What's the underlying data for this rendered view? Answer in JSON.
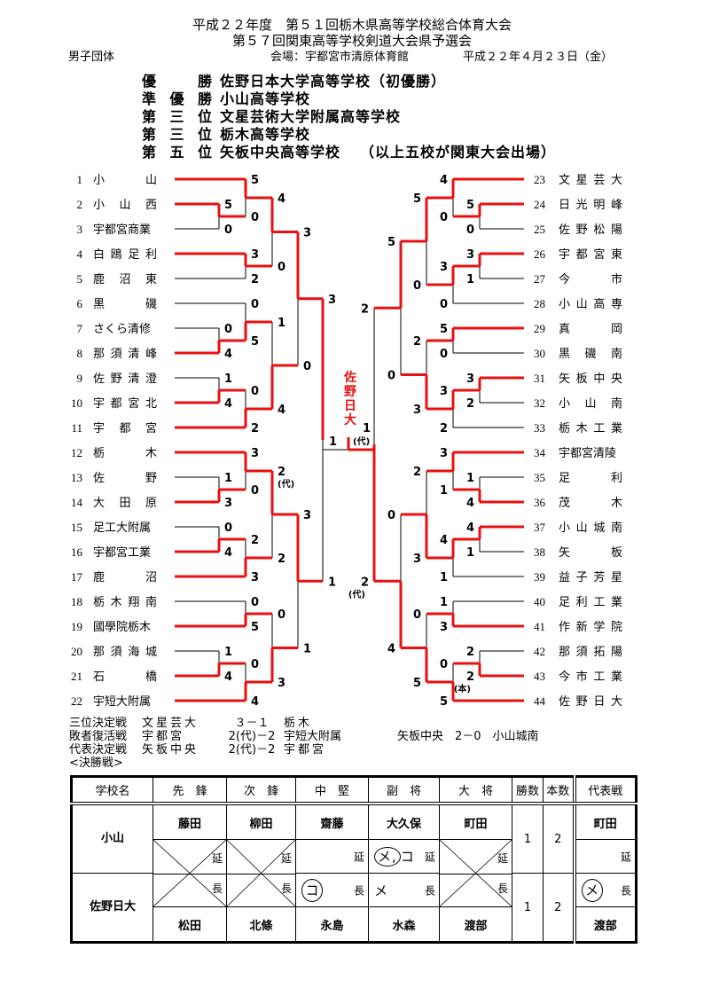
{
  "header": {
    "line1": "平成２２年度　第５１回栃木県高等学校総合体育大会",
    "line2": "第５７回関東高等学校剣道大会県予選会",
    "category": "男子団体",
    "venue": "会場：宇都宮市清原体育館",
    "date": "平成２２年４月２３日（金）"
  },
  "results": [
    {
      "rank": "優勝",
      "school": "佐野日本大学高等学校（初優勝）"
    },
    {
      "rank": "準優勝",
      "school": "小山高等学校"
    },
    {
      "rank": "第三位",
      "school": "文星芸術大学附属高等学校"
    },
    {
      "rank": "第三位",
      "school": "栃木高等学校"
    },
    {
      "rank": "第五位",
      "school": "矢板中央高等学校"
    }
  ],
  "results_note": "（以上五校が関東大会出場）",
  "teams": [
    {
      "no": "1",
      "name": "小山"
    },
    {
      "no": "2",
      "name": "小山西"
    },
    {
      "no": "3",
      "name": "宇都宮商業"
    },
    {
      "no": "4",
      "name": "白鴎足利"
    },
    {
      "no": "5",
      "name": "鹿沼東"
    },
    {
      "no": "6",
      "name": "黒磯"
    },
    {
      "no": "7",
      "name": "さくら清修"
    },
    {
      "no": "8",
      "name": "那須清峰"
    },
    {
      "no": "9",
      "name": "佐野清澄"
    },
    {
      "no": "10",
      "name": "宇都宮北"
    },
    {
      "no": "11",
      "name": "宇都宮"
    },
    {
      "no": "12",
      "name": "栃木"
    },
    {
      "no": "13",
      "name": "佐野"
    },
    {
      "no": "14",
      "name": "大田原"
    },
    {
      "no": "15",
      "name": "足工大附属"
    },
    {
      "no": "16",
      "name": "宇都宮工業"
    },
    {
      "no": "17",
      "name": "鹿沼"
    },
    {
      "no": "18",
      "name": "栃木翔南"
    },
    {
      "no": "19",
      "name": "國學院栃木"
    },
    {
      "no": "20",
      "name": "那須海城"
    },
    {
      "no": "21",
      "name": "石橋"
    },
    {
      "no": "22",
      "name": "宇短大附属"
    },
    {
      "no": "23",
      "name": "文星芸大"
    },
    {
      "no": "24",
      "name": "日光明峰"
    },
    {
      "no": "25",
      "name": "佐野松陽"
    },
    {
      "no": "26",
      "name": "宇都宮東"
    },
    {
      "no": "27",
      "name": "今市"
    },
    {
      "no": "28",
      "name": "小山高専"
    },
    {
      "no": "29",
      "name": "真岡"
    },
    {
      "no": "30",
      "name": "黒磯南"
    },
    {
      "no": "31",
      "name": "矢板中央"
    },
    {
      "no": "32",
      "name": "小山南"
    },
    {
      "no": "33",
      "name": "栃木工業"
    },
    {
      "no": "34",
      "name": "宇都宮清陵"
    },
    {
      "no": "35",
      "name": "足利"
    },
    {
      "no": "36",
      "name": "茂木"
    },
    {
      "no": "37",
      "name": "小山城南"
    },
    {
      "no": "38",
      "name": "矢板"
    },
    {
      "no": "39",
      "name": "益子芳星"
    },
    {
      "no": "40",
      "name": "足利工業"
    },
    {
      "no": "41",
      "name": "作新学院"
    },
    {
      "no": "42",
      "name": "那須拓陽"
    },
    {
      "no": "43",
      "name": "今市工業"
    },
    {
      "no": "44",
      "name": "佐野日大"
    }
  ],
  "bracket": {
    "left": {
      "a": {
        "a": {
          "a": {
            "a": 1,
            "b": {
              "a": 2,
              "b": 3,
              "sa": "5",
              "sb": "0",
              "w": "a"
            },
            "sa": "5",
            "sb": "0",
            "w": "a"
          },
          "b": {
            "a": 4,
            "b": 5,
            "sa": "3",
            "sb": "2",
            "w": "a"
          },
          "sa": "4",
          "sb": "0",
          "w": "a"
        },
        "b": {
          "a": {
            "a": 6,
            "b": {
              "a": 7,
              "b": 8,
              "sa": "0",
              "sb": "4",
              "w": "b"
            },
            "sa": "0",
            "sb": "5",
            "w": "b"
          },
          "b": {
            "a": {
              "a": 9,
              "b": 10,
              "sa": "1",
              "sb": "4",
              "w": "b"
            },
            "b": 11,
            "sa": "0",
            "sb": "2",
            "w": "b"
          },
          "sa": "1",
          "sb": "4",
          "w": "b"
        },
        "sa": "3",
        "sb": "0",
        "w": "a"
      },
      "b": {
        "a": {
          "a": {
            "a": 12,
            "b": {
              "a": 13,
              "b": 14,
              "sa": "1",
              "sb": "3",
              "w": "b"
            },
            "sa": "3",
            "sb": "0",
            "w": "a"
          },
          "b": {
            "a": {
              "a": 15,
              "b": 16,
              "sa": "0",
              "sb": "4",
              "w": "b"
            },
            "b": 17,
            "sa": "2",
            "sb": "3",
            "w": "b"
          },
          "sa": "2",
          "na": "(代)",
          "sb": "2",
          "w": "a"
        },
        "b": {
          "a": {
            "a": 18,
            "b": 19,
            "sa": "0",
            "sb": "5",
            "w": "b"
          },
          "b": {
            "a": {
              "a": 20,
              "b": 21,
              "sa": "1",
              "sb": "4",
              "w": "b"
            },
            "b": 22,
            "sa": "0",
            "sb": "4",
            "w": "b"
          },
          "sa": "0",
          "sb": "3",
          "w": "b"
        },
        "sa": "3",
        "sb": "1",
        "w": "a"
      },
      "sa": "3",
      "sb": "1",
      "w": "a"
    },
    "right": {
      "a": {
        "a": {
          "a": {
            "a": 23,
            "b": {
              "a": 24,
              "b": 25,
              "sa": "5",
              "sb": "0",
              "w": "a"
            },
            "sa": "4",
            "sb": "0",
            "w": "a"
          },
          "b": {
            "a": {
              "a": 26,
              "b": 27,
              "sa": "3",
              "sb": "1",
              "w": "a"
            },
            "b": 28,
            "sa": "3",
            "sb": "0",
            "w": "a"
          },
          "sa": "5",
          "sb": "0",
          "w": "a"
        },
        "b": {
          "a": {
            "a": 29,
            "b": 30,
            "sa": "5",
            "sb": "0",
            "w": "a"
          },
          "b": {
            "a": {
              "a": 31,
              "b": 32,
              "sa": "3",
              "sb": "2",
              "w": "a"
            },
            "b": 33,
            "sa": "3",
            "sb": "2",
            "w": "a"
          },
          "sa": "2",
          "sb": "3",
          "w": "b"
        },
        "sa": "5",
        "sb": "0",
        "w": "a"
      },
      "b": {
        "a": {
          "a": {
            "a": 34,
            "b": {
              "a": 35,
              "b": 36,
              "sa": "1",
              "sb": "4",
              "w": "b"
            },
            "sa": "3",
            "sb": "1",
            "w": "a"
          },
          "b": {
            "a": {
              "a": 37,
              "b": 38,
              "sa": "4",
              "sb": "1",
              "w": "a"
            },
            "b": 39,
            "sa": "4",
            "sb": "1",
            "w": "a"
          },
          "sa": "2",
          "sb": "3",
          "w": "b"
        },
        "b": {
          "a": {
            "a": 40,
            "b": 41,
            "sa": "1",
            "sb": "3",
            "w": "b"
          },
          "b": {
            "a": {
              "a": 42,
              "b": 43,
              "sa": "2",
              "sb": "2",
              "nb": "(本)",
              "w": "b"
            },
            "b": 44,
            "sa": "0",
            "sb": "5",
            "w": "b"
          },
          "sa": "0",
          "sb": "5",
          "w": "b"
        },
        "sa": "0",
        "sb": "4",
        "w": "b"
      },
      "sa": "2",
      "sb": "2",
      "nb": "(代)",
      "w": "b"
    },
    "final": {
      "left_score": "1",
      "right_score": "1",
      "right_note": "(代)",
      "winner": "right",
      "winner_label": "佐野日大"
    }
  },
  "colors": {
    "winner_line": "#e81010",
    "line": "#000000"
  },
  "extra_results": [
    {
      "label": "三位決定戦",
      "a": "文星芸大",
      "score": "３－１",
      "b": "栃木"
    },
    {
      "label": "敗者復活戦",
      "a": "宇都宮",
      "score": "2(代)－2",
      "b": "宇短大附属"
    },
    {
      "label": "代表決定戦",
      "a": "矢板中央",
      "score": "2(代)－2",
      "b": "宇都宮"
    }
  ],
  "extra_result_side": "矢板中央　2－0　小山城南",
  "final_heading": "<決勝戦>",
  "final_table": {
    "headers": [
      "学校名",
      "先　鋒",
      "次　鋒",
      "中　堅",
      "副　将",
      "大　将",
      "勝数",
      "本数",
      "代表戦"
    ],
    "ext_label": "延",
    "long_label": "長",
    "team1": {
      "school": "小山",
      "players": [
        "藤田",
        "柳田",
        "齋藤",
        "大久保",
        "町田"
      ],
      "wins": "1",
      "points": "2",
      "rep": "町田",
      "marks": [
        "",
        "",
        "",
        "メ,コ",
        ""
      ],
      "rep_mark": ""
    },
    "team2": {
      "school": "佐野日大",
      "players": [
        "松田",
        "北條",
        "永島",
        "水森",
        "渡部"
      ],
      "wins": "1",
      "points": "2",
      "rep": "渡部",
      "marks": [
        "",
        "",
        "コ",
        "メ",
        ""
      ],
      "rep_mark": "メ"
    }
  }
}
